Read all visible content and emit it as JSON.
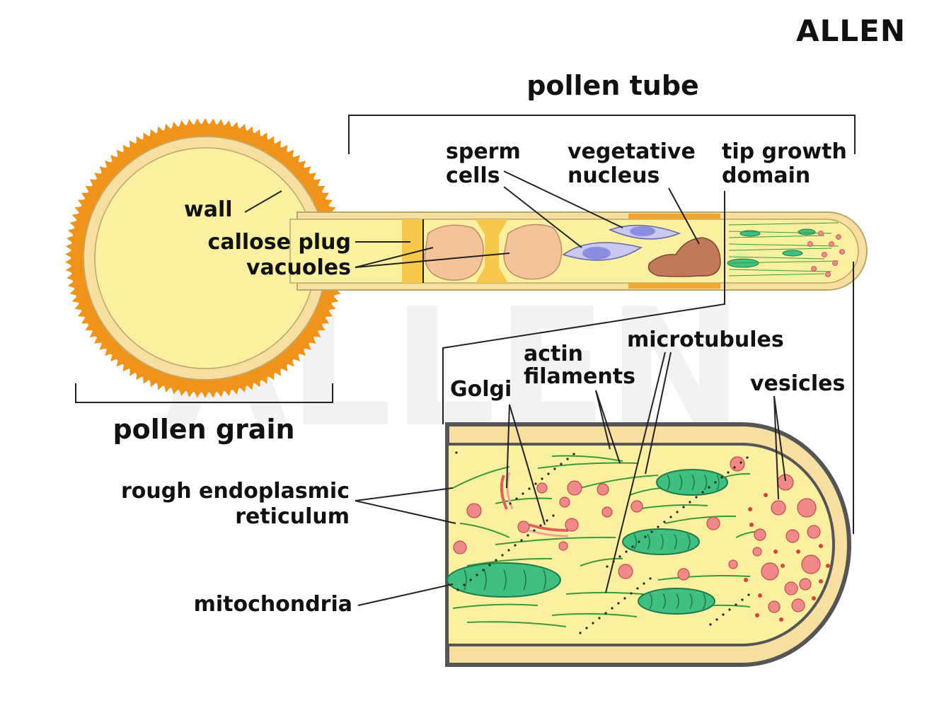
{
  "logo": {
    "text": "ALLEN"
  },
  "watermark": {
    "text": "ALLEN"
  },
  "labels": {
    "pollen_tube": "pollen tube",
    "pollen_grain": "pollen grain",
    "wall": "wall",
    "callose_plug": "callose plug",
    "vacuoles": "vacuoles",
    "sperm_cells_1": "sperm",
    "sperm_cells_2": "cells",
    "vegetative_nucleus_1": "vegetative",
    "vegetative_nucleus_2": "nucleus",
    "tip_growth_domain_1": "tip growth",
    "tip_growth_domain_2": "domain",
    "actin_filaments_1": "actin",
    "actin_filaments_2": "filaments",
    "microtubules": "microtubules",
    "golgi": "Golgi",
    "vesicles": "vesicles",
    "rough_er_1": "rough endoplasmic",
    "rough_er_2": "reticulum",
    "mitochondria": "mitochondria"
  },
  "colors": {
    "cytoplasm": "#FAF0A0",
    "grain_wall": "#F0931A",
    "intine": "#F6DFA0",
    "callose": "#F6C84B",
    "vacuole": "#F4C39A",
    "sperm_cell": "#C8C8F0",
    "sperm_nucleus": "#8C8CE0",
    "vegetative_nucleus": "#C2785A",
    "mitochondria": "#3FBF80",
    "vesicles": "#F08A8A",
    "filaments": "#3A9A3A",
    "outline": "#555555"
  }
}
